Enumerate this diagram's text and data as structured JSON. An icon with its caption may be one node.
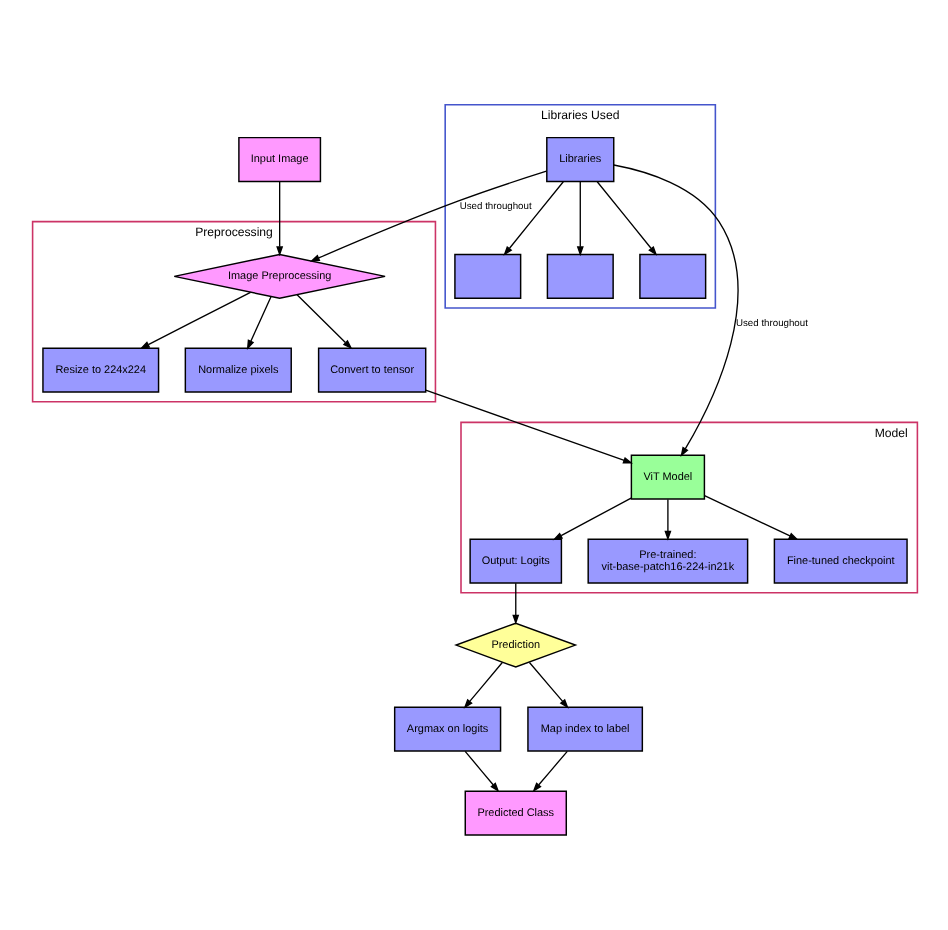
{
  "diagram": {
    "nodes": [
      {
        "text": [
          "Input Image"
        ]
      },
      {
        "text": [
          "Preprocessing"
        ]
      },
      {
        "text": [
          "Image Preprocessing"
        ],
        "in": 1
      },
      {
        "text": [
          "Resize to 224x224"
        ],
        "in": 1
      },
      {
        "text": [
          "Normalize pixels"
        ],
        "in": 1
      },
      {
        "text": [
          "Convert to tensor"
        ],
        "in": 1
      },
      {
        "text": [
          "Libraries Used"
        ]
      },
      {
        "text": [
          "Libraries"
        ],
        "in": 6
      },
      {
        "text": [],
        "shape": "box",
        "in": 6
      },
      {
        "text": [],
        "shape": "box",
        "in": 6
      },
      {
        "text": [],
        "shape": "box",
        "in": 6
      },
      {
        "text": [
          "Model"
        ]
      },
      {
        "text": [
          "ViT Model"
        ],
        "in": 11
      },
      {
        "text": [
          "Output: Logits"
        ],
        "in": 11
      },
      {
        "text": [
          "Pre-trained: vit-base-patch16-224-in21k"
        ],
        "in": 11
      },
      {
        "text": [
          "Fine-tuned checkpoint"
        ],
        "in": 11
      },
      {
        "text": [
          "Prediction"
        ]
      },
      {
        "text": [
          "Argmax on logits"
        ]
      },
      {
        "text": [
          "Map index to label"
        ]
      },
      {
        "text": [
          "Predicted Class"
        ]
      }
    ],
    "edges": [
      {
        "from": 0,
        "to": 2,
        "arrow": "to"
      },
      {
        "from": 7,
        "to": 2,
        "arrow": "to",
        "label": "Used throughout"
      },
      {
        "from": 2,
        "to": 3,
        "arrow": "to"
      },
      {
        "from": 2,
        "to": 4,
        "arrow": "to"
      },
      {
        "from": 2,
        "to": 5,
        "arrow": "to"
      },
      {
        "from": 7,
        "to": 8,
        "arrow": "to"
      },
      {
        "from": 7,
        "to": 9,
        "arrow": "to"
      },
      {
        "from": 7,
        "to": 10,
        "arrow": "to"
      },
      {
        "from": 7,
        "to": 12,
        "arrow": "to",
        "label": "Used throughout"
      },
      {
        "from": 5,
        "to": 12,
        "arrow": "to"
      },
      {
        "from": 12,
        "to": 13,
        "arrow": "to"
      },
      {
        "from": 12,
        "to": 14,
        "arrow": "to"
      },
      {
        "from": 12,
        "to": 15,
        "arrow": "to"
      },
      {
        "from": 13,
        "to": 16,
        "arrow": "to"
      },
      {
        "from": 16,
        "to": 17,
        "arrow": "to"
      },
      {
        "from": 16,
        "to": 18,
        "arrow": "to"
      },
      {
        "from": 17,
        "to": 19,
        "arrow": "to"
      },
      {
        "from": 18,
        "to": 19,
        "arrow": "to"
      }
    ]
  }
}
